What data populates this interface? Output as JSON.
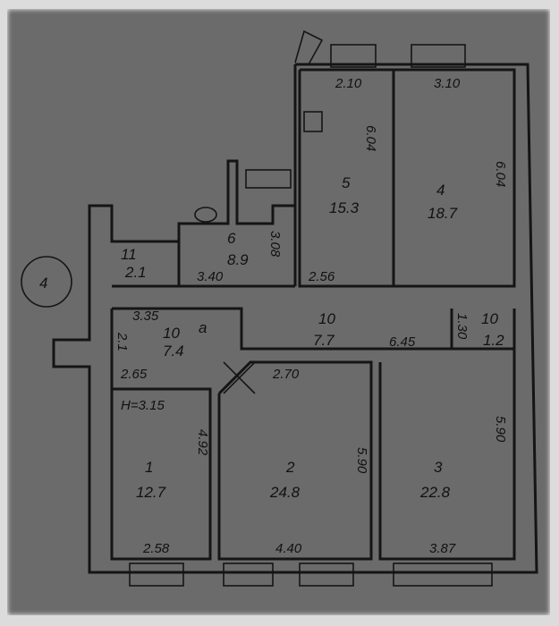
{
  "plan": {
    "section_marker": "4",
    "height_note": "H=3.15",
    "corridor_label": "a",
    "rooms": [
      {
        "number": "1",
        "area": "12.7"
      },
      {
        "number": "2",
        "area": "24.8"
      },
      {
        "number": "3",
        "area": "22.8"
      },
      {
        "number": "4",
        "area": "18.7"
      },
      {
        "number": "5",
        "area": "15.3"
      },
      {
        "number": "6",
        "area": "8.9"
      },
      {
        "number": "10",
        "area": "7.4"
      },
      {
        "number": "10",
        "area": "7.7"
      },
      {
        "number": "10",
        "area": "1.2"
      },
      {
        "number": "11",
        "area": "2.1"
      }
    ],
    "dimensions": [
      "2.10",
      "3.10",
      "6.04",
      "6.04",
      "2.56",
      "3.40",
      "3.08",
      "3.35",
      "2.1",
      "2.65",
      "2.70",
      "6.45",
      "1.30",
      "4.92",
      "5.90",
      "5.90",
      "2.58",
      "4.40",
      "3.87"
    ]
  }
}
